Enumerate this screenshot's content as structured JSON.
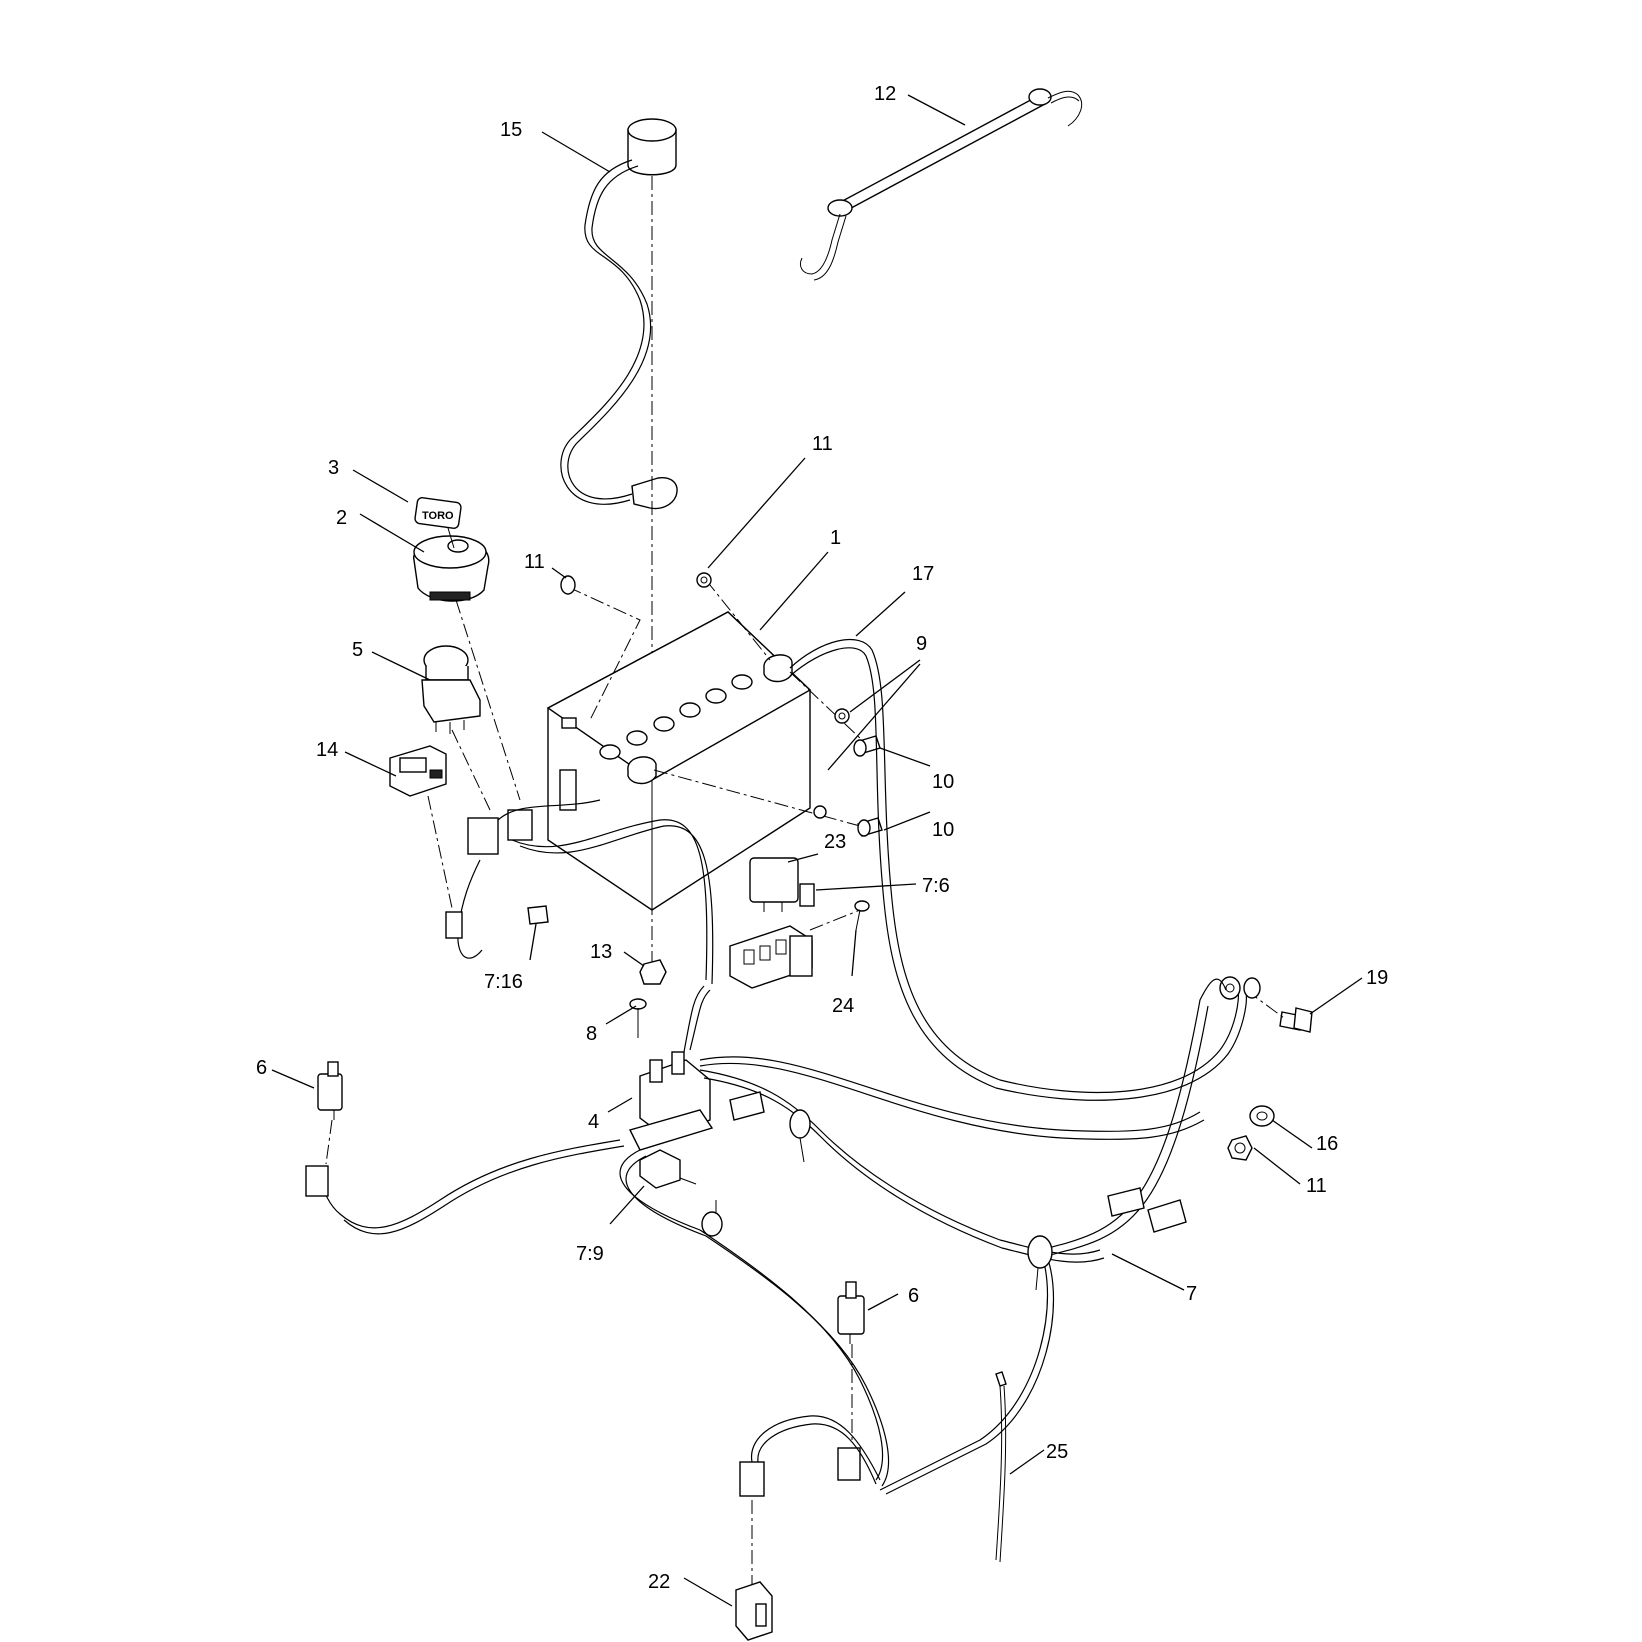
{
  "diagram": {
    "callouts": {
      "c1": "1",
      "c2": "2",
      "c3": "3",
      "c4": "4",
      "c5": "5",
      "c6a": "6",
      "c6b": "6",
      "c7": "7",
      "c7_6": "7:6",
      "c7_9": "7:9",
      "c7_16": "7:16",
      "c8": "8",
      "c9": "9",
      "c10a": "10",
      "c10b": "10",
      "c11a": "11",
      "c11b": "11",
      "c11c": "11",
      "c12": "12",
      "c13": "13",
      "c14": "14",
      "c15": "15",
      "c16": "16",
      "c17": "17",
      "c19": "19",
      "c22": "22",
      "c23": "23",
      "c24": "24",
      "c25": "25"
    },
    "key_logo": "TORO"
  }
}
